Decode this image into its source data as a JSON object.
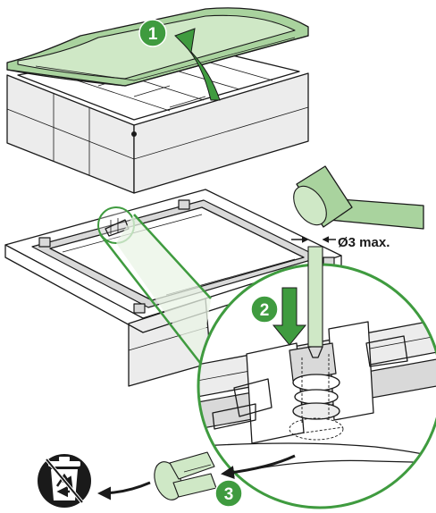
{
  "steps": [
    "1",
    "2",
    "3"
  ],
  "dimension_label": "Ø3 max.",
  "colors": {
    "accent_green": "#3f9b3f",
    "light_green": "#a9d39e",
    "pale_green": "#cfe8c6",
    "part_grey": "#ececec",
    "outline": "#1a1a1a"
  },
  "icons": [
    "lift-arrow-icon",
    "push-arrow-icon",
    "hammer-icon",
    "recycle-bin-icon",
    "curved-arrow-icon"
  ]
}
